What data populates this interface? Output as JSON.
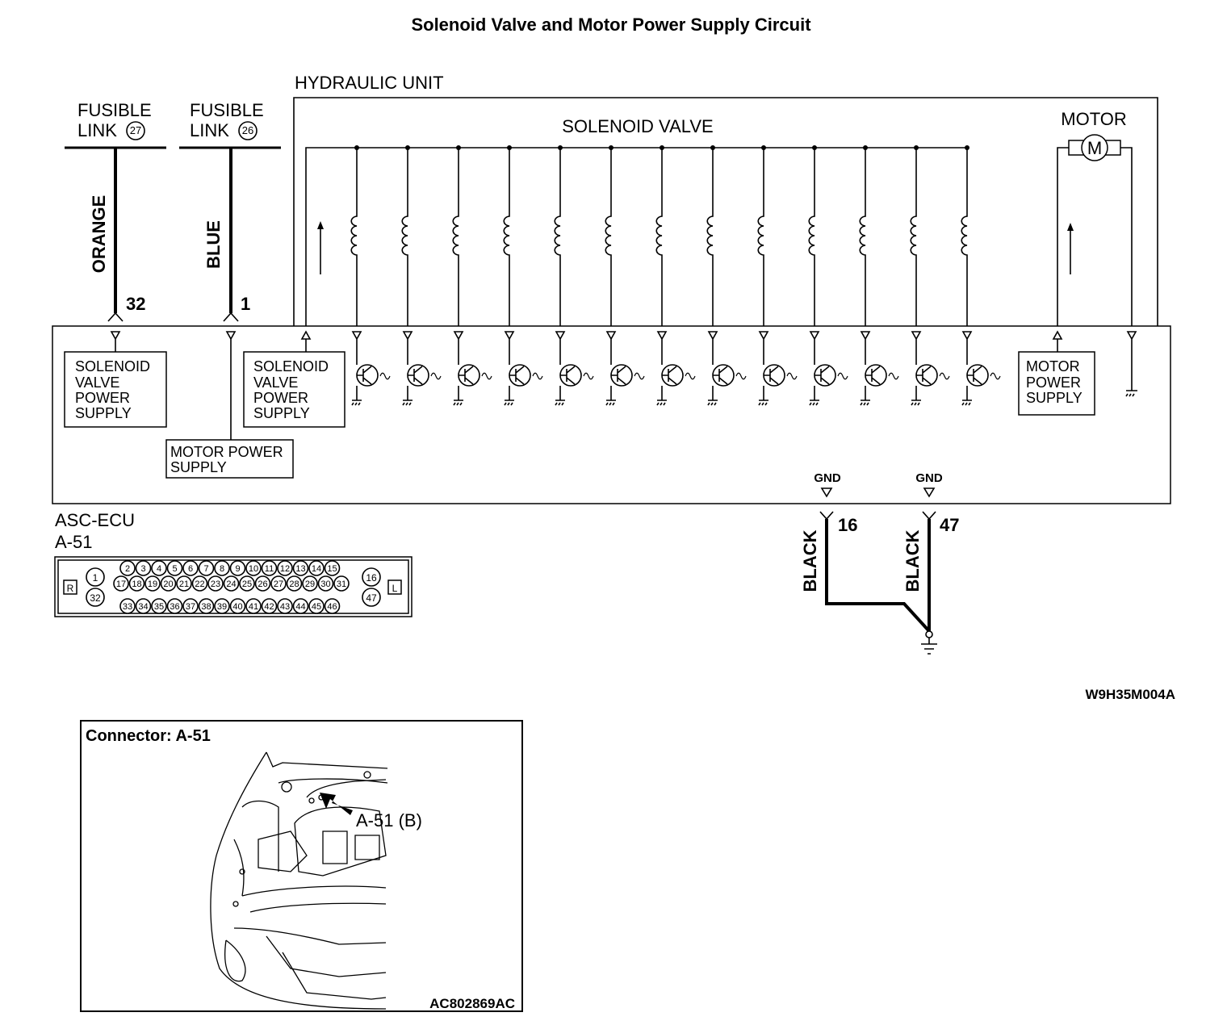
{
  "title": "Solenoid Valve and Motor Power Supply Circuit",
  "hydraulic_unit": {
    "label": "HYDRAULIC UNIT",
    "solenoid_label": "SOLENOID VALVE",
    "motor_label": "MOTOR",
    "motor_symbol": "M",
    "solenoid_count": 13
  },
  "fusible_links": [
    {
      "line1": "FUSIBLE",
      "line2": "LINK",
      "number": "27",
      "wire_color": "ORANGE",
      "pin": "32"
    },
    {
      "line1": "FUSIBLE",
      "line2": "LINK",
      "number": "26",
      "wire_color": "BLUE",
      "pin": "1"
    }
  ],
  "ecu": {
    "name": "ASC-ECU",
    "connector": "A-51",
    "boxes": {
      "solenoid_supply_left": [
        "SOLENOID",
        "VALVE",
        "POWER",
        "SUPPLY"
      ],
      "motor_supply_left": [
        "MOTOR POWER",
        "SUPPLY"
      ],
      "solenoid_supply_mid": [
        "SOLENOID",
        "VALVE",
        "POWER",
        "SUPPLY"
      ],
      "motor_supply_right": [
        "MOTOR",
        "POWER",
        "SUPPLY"
      ]
    },
    "grounds": [
      {
        "label": "GND",
        "pin": "16",
        "wire_color": "BLACK"
      },
      {
        "label": "GND",
        "pin": "47",
        "wire_color": "BLACK"
      }
    ]
  },
  "connector_face": {
    "left_tag": "R",
    "right_tag": "L",
    "left_pins": [
      "1",
      "32"
    ],
    "right_pins": [
      "16",
      "47"
    ],
    "row1": [
      "2",
      "3",
      "4",
      "5",
      "6",
      "7",
      "8",
      "9",
      "10",
      "11",
      "12",
      "13",
      "14",
      "15"
    ],
    "row2": [
      "17",
      "18",
      "19",
      "20",
      "21",
      "22",
      "23",
      "24",
      "25",
      "26",
      "27",
      "28",
      "29",
      "30",
      "31"
    ],
    "row3": [
      "33",
      "34",
      "35",
      "36",
      "37",
      "38",
      "39",
      "40",
      "41",
      "42",
      "43",
      "44",
      "45",
      "46"
    ]
  },
  "diagram_code": "W9H35M004A",
  "connector_view": {
    "title": "Connector: A-51",
    "callout": "A-51 (B)",
    "code": "AC802869AC"
  }
}
